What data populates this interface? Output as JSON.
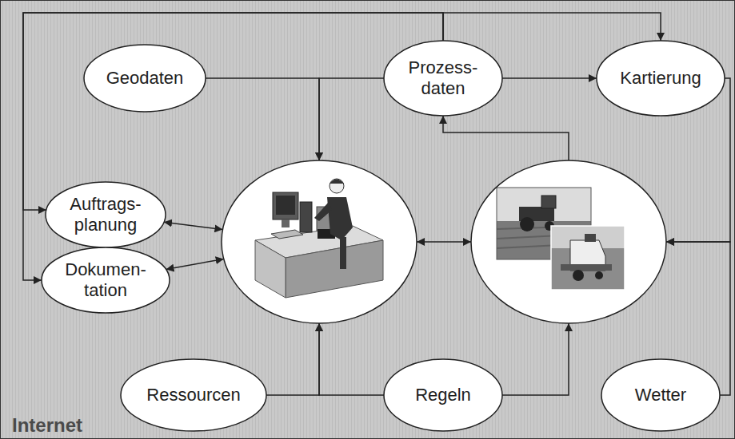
{
  "diagram": {
    "nodes": [
      {
        "text": [
          "Geodaten"
        ]
      },
      {
        "text": [
          "Prozess- daten"
        ]
      },
      {
        "text": [
          "Kartierung"
        ]
      },
      {
        "text": [
          "Auftrags- planung"
        ]
      },
      {
        "text": [
          "Dokumen- tation"
        ]
      },
      {
        "text": []
      },
      {
        "text": []
      },
      {
        "text": [
          "Ressourcen"
        ]
      },
      {
        "text": [
          "Regeln"
        ]
      },
      {
        "text": [
          "Wetter"
        ]
      }
    ],
    "edges": [
      {
        "from": 0,
        "to": 5,
        "arrow": "to"
      },
      {
        "from": 1,
        "to": 5,
        "arrow": "to"
      },
      {
        "from": 1,
        "to": 2,
        "arrow": "to"
      },
      {
        "from": 1,
        "to": 2,
        "arrow": "to"
      },
      {
        "from": 1,
        "to": 3,
        "arrow": "to"
      },
      {
        "from": 1,
        "to": 4,
        "arrow": "to"
      },
      {
        "from": 6,
        "to": 1,
        "arrow": "to"
      },
      {
        "from": 3,
        "to": 5,
        "arrow": "both"
      },
      {
        "from": 4,
        "to": 5,
        "arrow": "both"
      },
      {
        "from": 5,
        "to": 6,
        "arrow": "both"
      },
      {
        "from": 7,
        "to": 5,
        "arrow": "to"
      },
      {
        "from": 8,
        "to": 5,
        "arrow": "to"
      },
      {
        "from": 8,
        "to": 6,
        "arrow": "to"
      },
      {
        "from": 9,
        "to": 6,
        "arrow": "to"
      },
      {
        "from": 2,
        "to": 6,
        "arrow": "to"
      }
    ],
    "labels": [
      "Internet"
    ]
  }
}
